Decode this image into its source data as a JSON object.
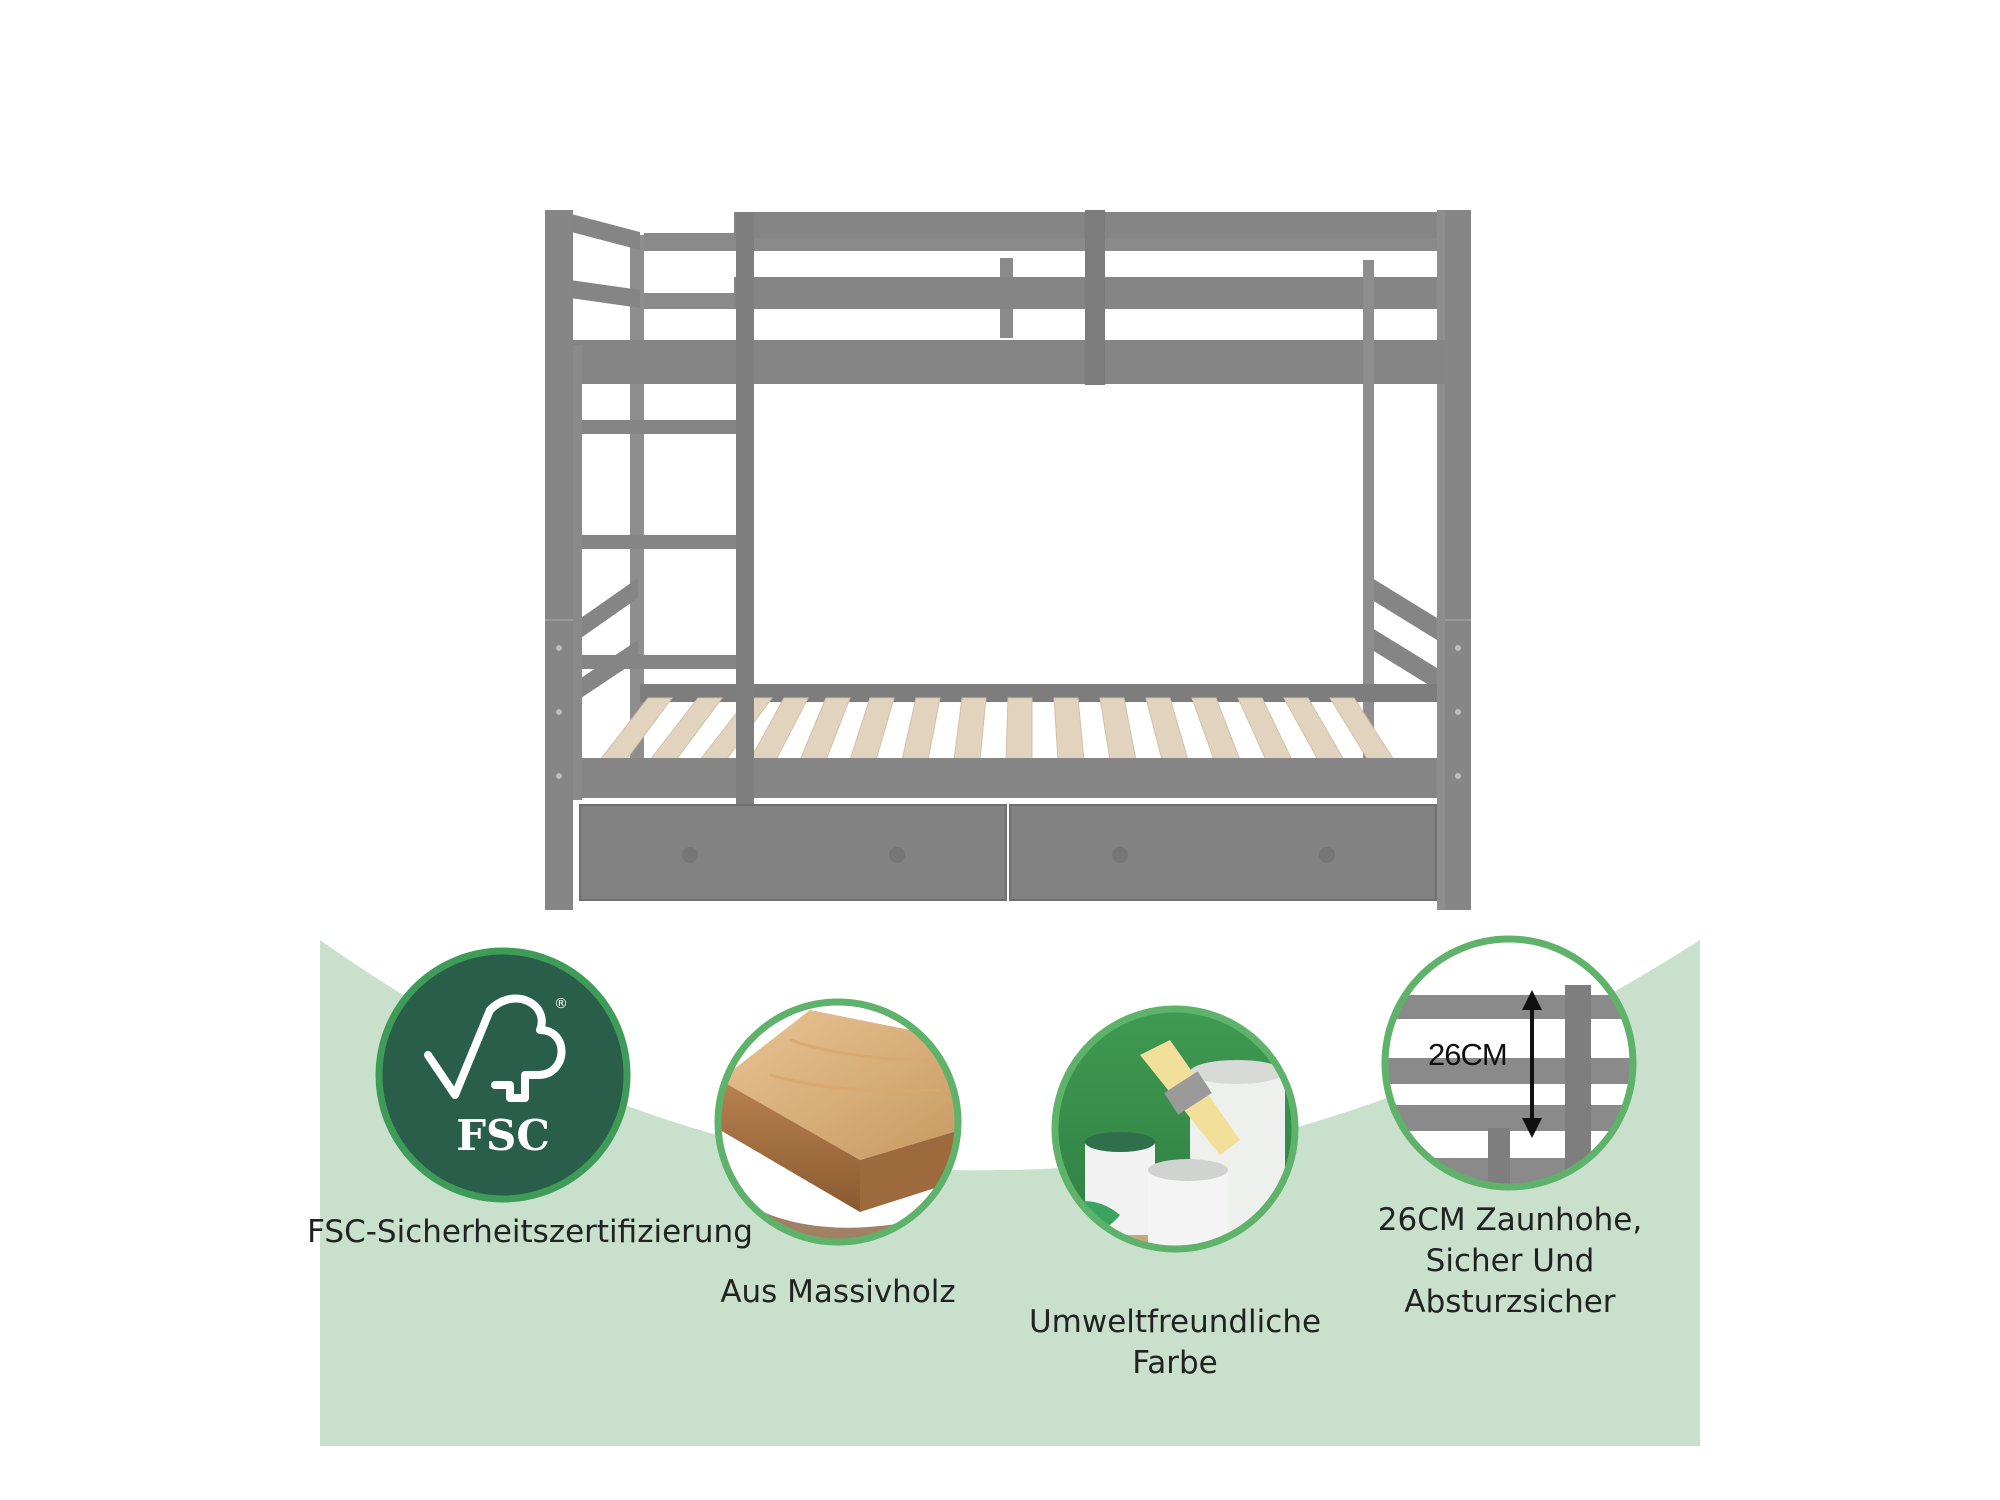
{
  "colors": {
    "frame_grey": "#858585",
    "frame_dark": "#6f6f6f",
    "slat_wood": "#e2d3bf",
    "panel_green": "#c9e0cd",
    "ring_green": "#5eb26a",
    "fsc_green": "#285e4a",
    "label_text": "#222222"
  },
  "features": [
    {
      "id": "fsc",
      "icon": "fsc-logo-icon",
      "logo_text": "FSC",
      "label": "FSC-Sicherheitszertifizierung"
    },
    {
      "id": "wood",
      "icon": "solid-wood-board-icon",
      "label": "Aus Massivholz"
    },
    {
      "id": "paint",
      "icon": "paint-cans-brush-icon",
      "label": "Umweltfreundliche\nFarbe"
    },
    {
      "id": "fence",
      "icon": "fence-height-detail-icon",
      "measure": "26CM",
      "label": "26CM Zaunhohe,\nSicher Und\nAbsturzsicher"
    }
  ]
}
